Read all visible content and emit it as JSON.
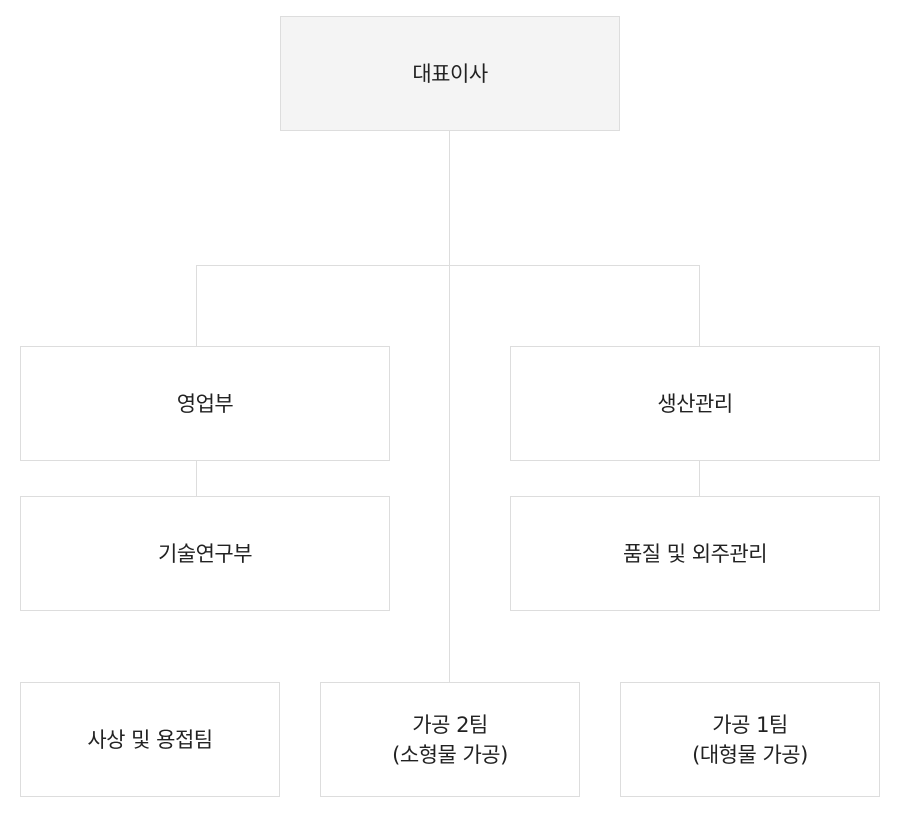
{
  "org_chart": {
    "ceo": "대표이사",
    "sales": "영업부",
    "production_management": "생산관리",
    "rnd": "기술연구부",
    "quality_outsourcing": "품질 및 외주관리",
    "finishing_welding": "사상 및 용접팀",
    "machining_team_2": {
      "line1": "가공 2팀",
      "line2": "(소형물 가공)"
    },
    "machining_team_1": {
      "line1": "가공 1팀",
      "line2": "(대형물 가공)"
    }
  }
}
